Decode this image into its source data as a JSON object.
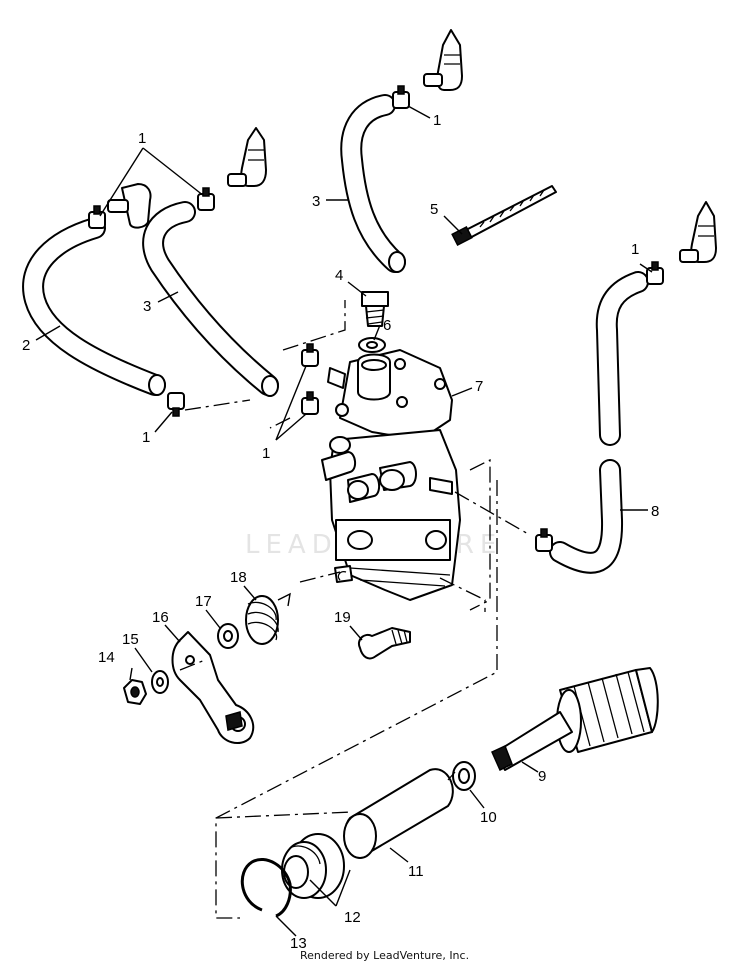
{
  "diagram": {
    "callouts": {
      "c1_top_left": "1",
      "c1_top_mid": "1",
      "c1_bottom_left": "1",
      "c1_lower_mid": "1",
      "c1_right": "1",
      "c2": "2",
      "c3_left": "3",
      "c3_top": "3",
      "c4": "4",
      "c5": "5",
      "c6": "6",
      "c7": "7",
      "c8": "8",
      "c9": "9",
      "c10": "10",
      "c11": "11",
      "c12": "12",
      "c13": "13",
      "c14": "14",
      "c15": "15",
      "c16": "16",
      "c17": "17",
      "c18": "18",
      "c19": "19"
    },
    "watermark": "LEADVENTURE",
    "footer": "Rendered by LeadVenture, Inc."
  }
}
